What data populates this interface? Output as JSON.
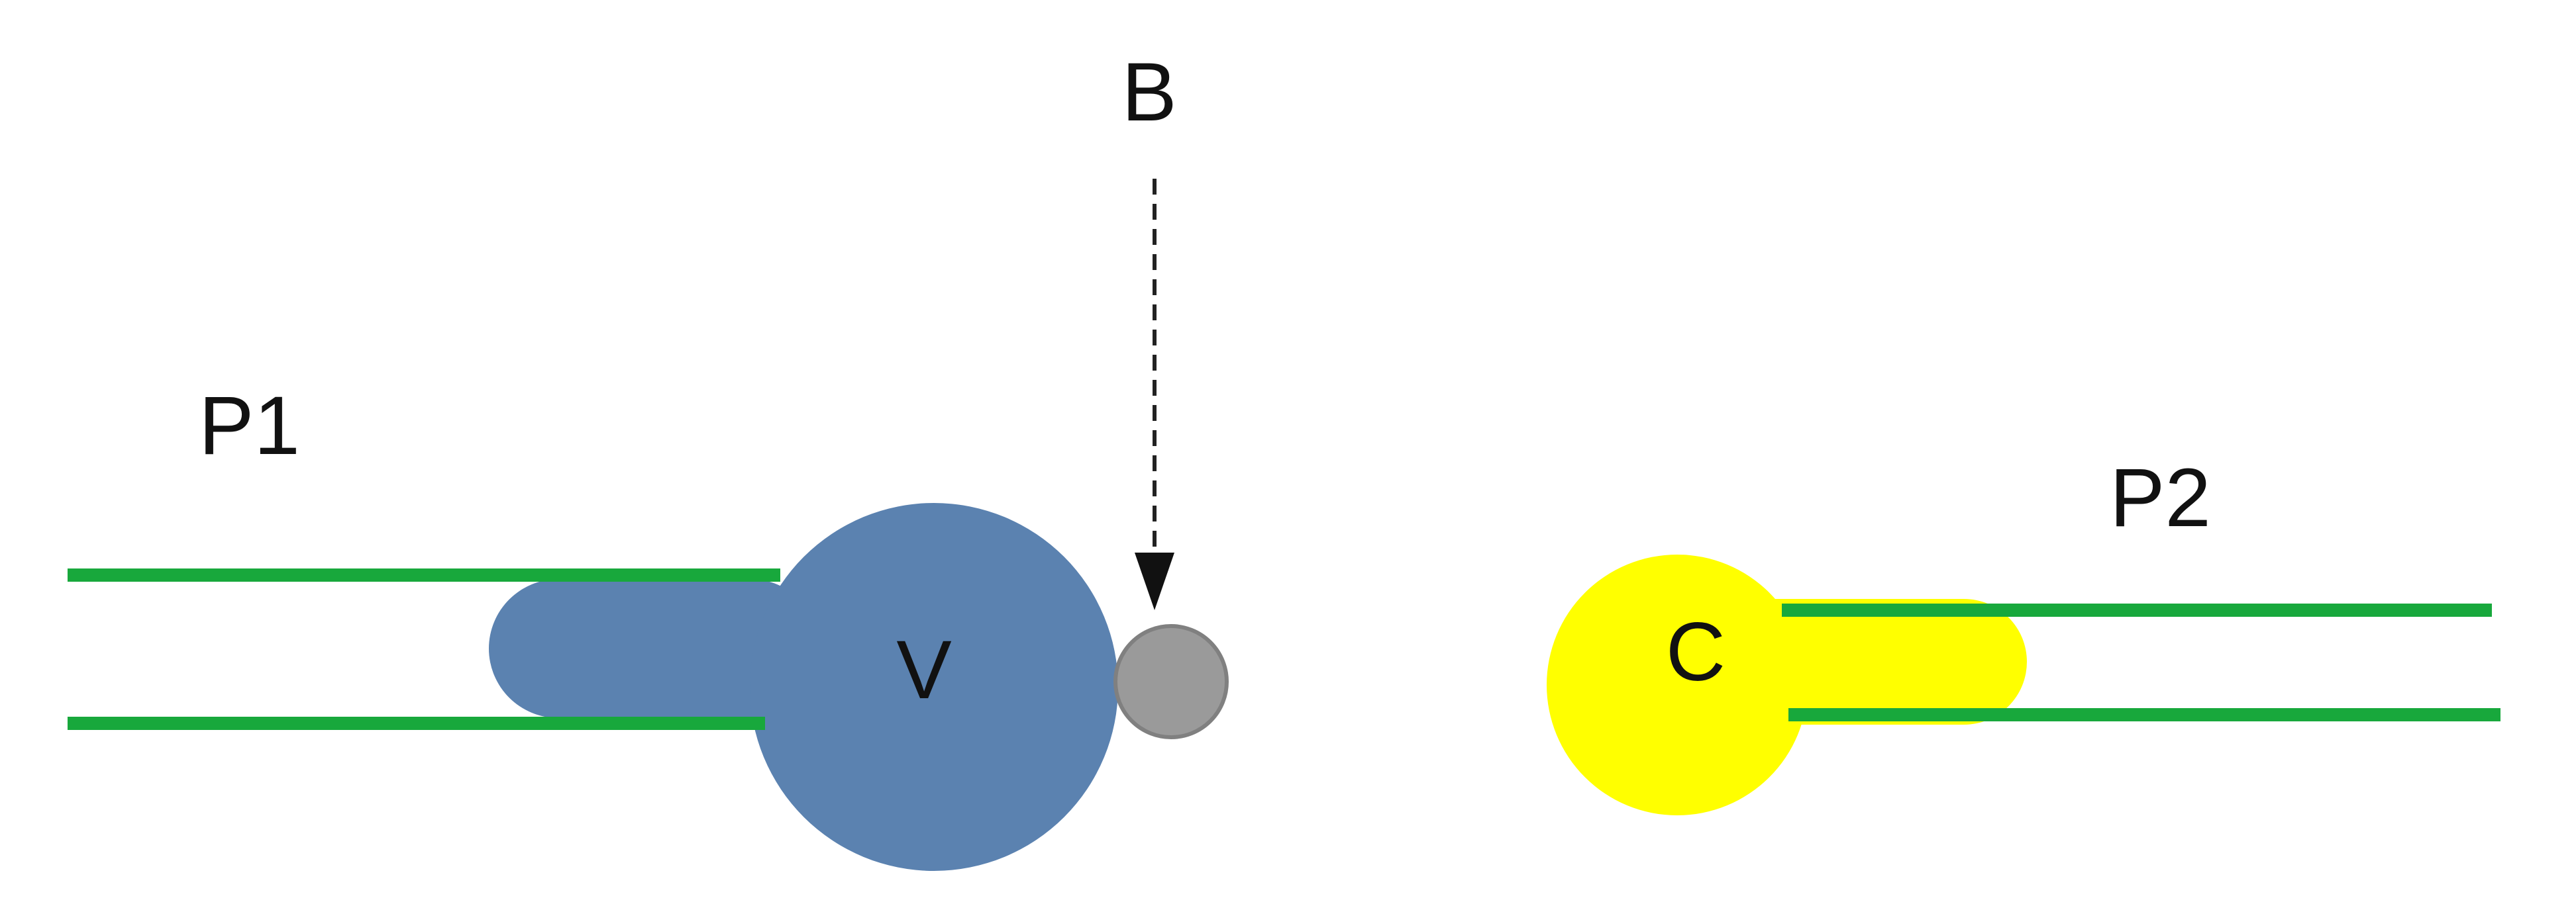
{
  "labels": {
    "p1": "P1",
    "p2": "P2",
    "v": "V",
    "b": "B",
    "c": "C"
  },
  "colors": {
    "background": "#ffffff",
    "v_body": "#5b82b0",
    "c_body": "#ffff00",
    "b_ball": "#9a9a9a",
    "b_ball_outline": "#808080",
    "walls": "#18a83c",
    "arrow": "#222222",
    "text": "#111111"
  }
}
